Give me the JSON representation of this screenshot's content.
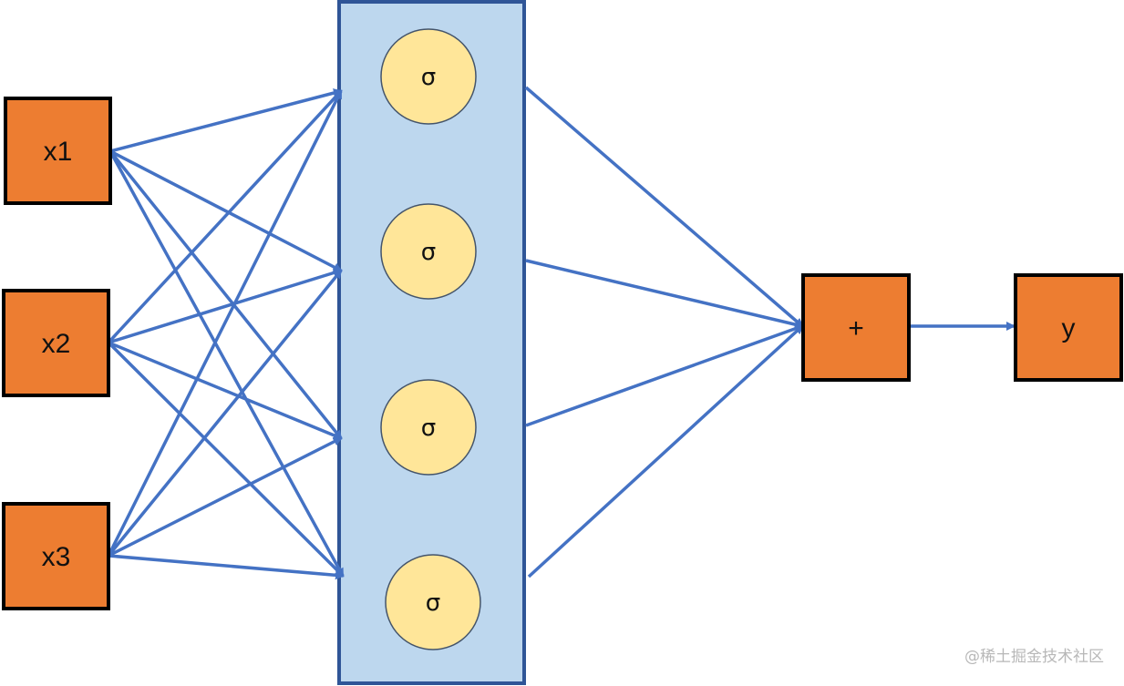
{
  "inputs": {
    "x1": "x1",
    "x2": "x2",
    "x3": "x3"
  },
  "hidden_layer": {
    "units": [
      {
        "label": "σ"
      },
      {
        "label": "σ"
      },
      {
        "label": "σ"
      },
      {
        "label": "σ"
      }
    ]
  },
  "sum_node": {
    "label": "+"
  },
  "output_node": {
    "label": "y"
  },
  "watermark": "@稀土掘金技术社区",
  "colors": {
    "node_fill": "#ED7D31",
    "node_border": "#000000",
    "layer_fill": "#BDD7EE",
    "layer_border": "#2F5597",
    "unit_fill": "#FFE699",
    "unit_border": "#44546A",
    "edge": "#4472C4"
  }
}
